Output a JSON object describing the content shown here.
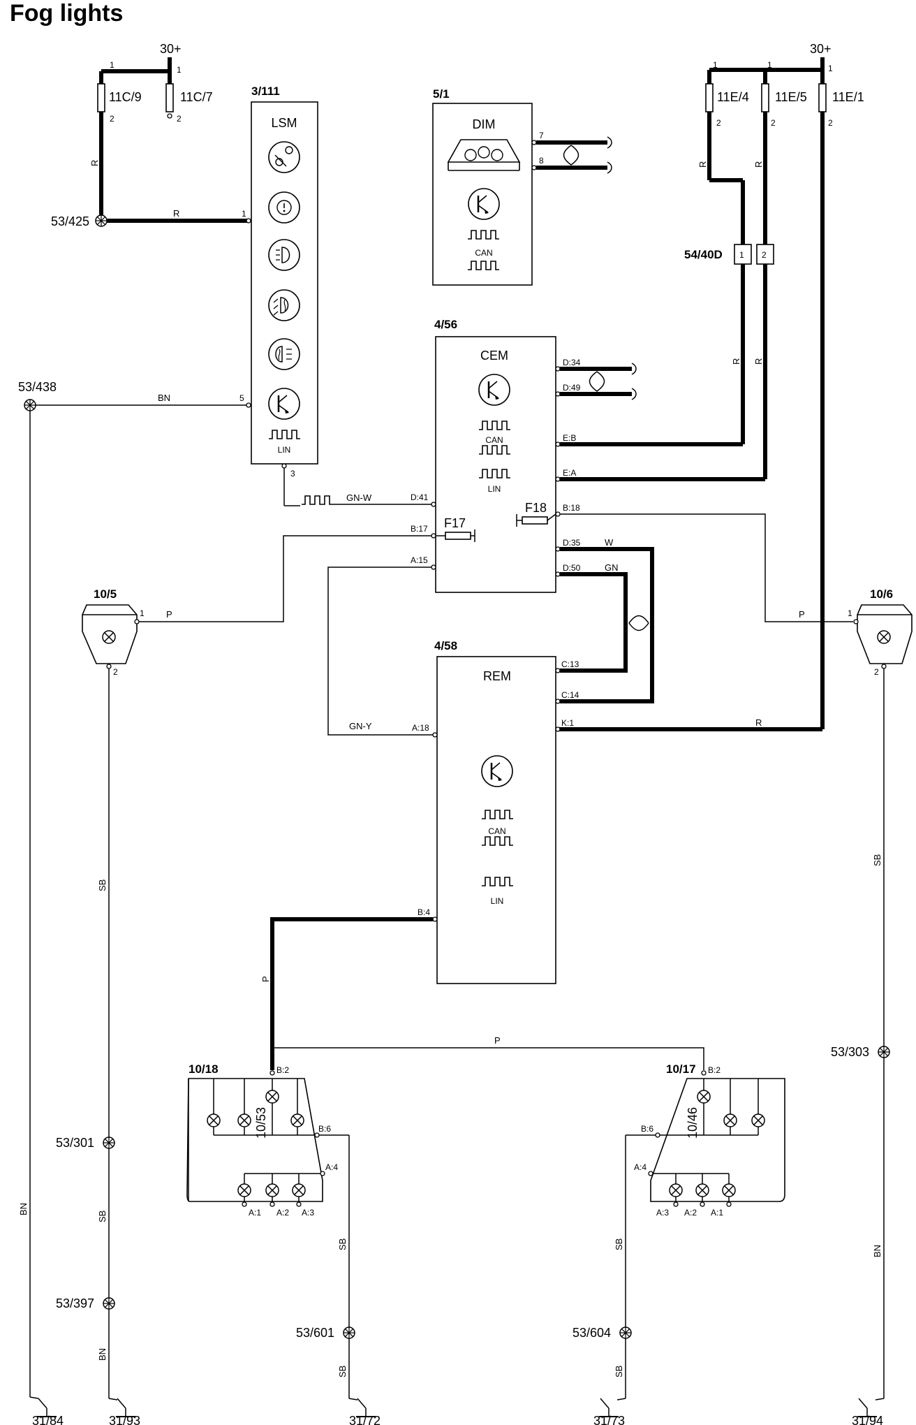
{
  "title": "Fog lights",
  "supplies": [
    "30+",
    "30+"
  ],
  "fuses": [
    "11C/9",
    "11C/7",
    "11E/4",
    "11E/5",
    "11E/1"
  ],
  "components": {
    "lsm": {
      "id": "3/111",
      "name": "LSM",
      "lin": "LIN",
      "pins": [
        "1",
        "5",
        "3"
      ]
    },
    "dim": {
      "id": "5/1",
      "name": "DIM",
      "can": "CAN",
      "pins": [
        "7",
        "8"
      ]
    },
    "cem": {
      "id": "4/56",
      "name": "CEM",
      "can": "CAN",
      "lin": "LIN",
      "pins": [
        "D:34",
        "D:49",
        "E:B",
        "E:A",
        "B:18",
        "D:35",
        "D:50",
        "D:41",
        "B:17",
        "A:15"
      ],
      "fuses": [
        "F17",
        "F18"
      ]
    },
    "rem": {
      "id": "4/58",
      "name": "REM",
      "can": "CAN",
      "lin": "LIN",
      "pins": [
        "C:13",
        "C:14",
        "K:1",
        "A:18",
        "B:4"
      ]
    },
    "connector": {
      "id": "54/40D",
      "pins": [
        "1",
        "2"
      ]
    },
    "fog_left": {
      "id": "10/5",
      "pins": [
        "1",
        "2"
      ]
    },
    "fog_right": {
      "id": "10/6",
      "pins": [
        "1",
        "2"
      ]
    },
    "rear_left": {
      "id": "10/18",
      "lamp": "10/53",
      "pins": [
        "B:2",
        "B:6",
        "A:4",
        "A:1",
        "A:2",
        "A:3"
      ]
    },
    "rear_right": {
      "id": "10/17",
      "lamp": "10/46",
      "pins": [
        "B:2",
        "B:6",
        "A:4",
        "A:3",
        "A:2",
        "A:1"
      ]
    }
  },
  "fuse_pins": [
    "1",
    "2"
  ],
  "wire_labels": {
    "r": "R",
    "bn": "BN",
    "gn_w": "GN-W",
    "p": "P",
    "w": "W",
    "gn": "GN",
    "gn_y": "GN-Y",
    "sb": "SB"
  },
  "splices": [
    "53/425",
    "53/438",
    "53/301",
    "53/397",
    "53/601",
    "53/604",
    "53/303"
  ],
  "grounds": [
    "31/84",
    "31/93",
    "31/72",
    "31/73",
    "31/94"
  ]
}
